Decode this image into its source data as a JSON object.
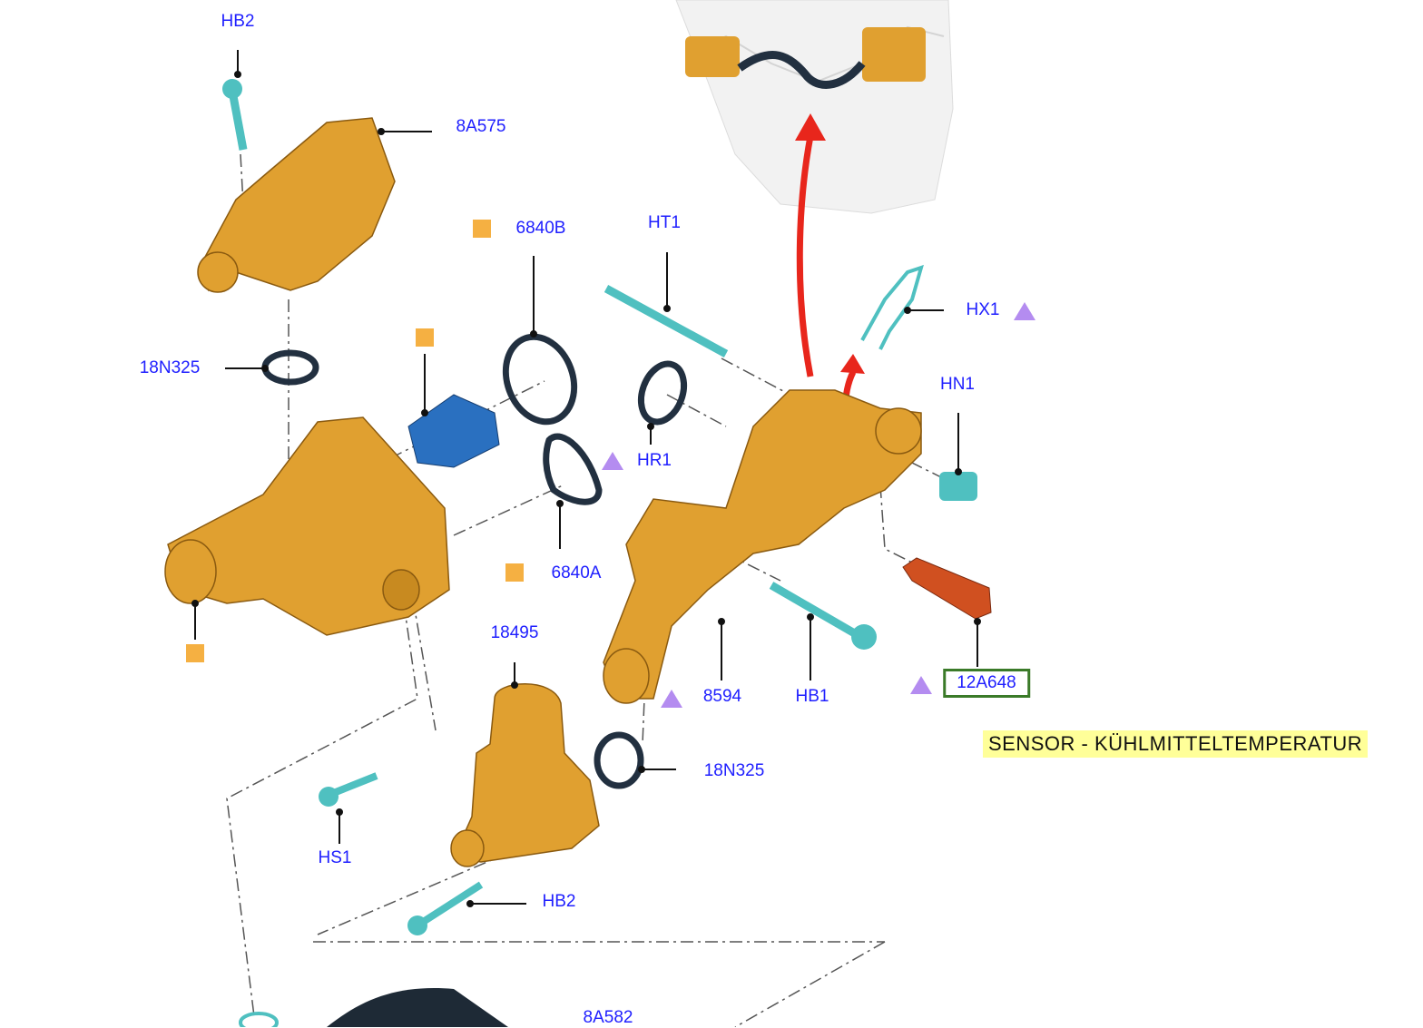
{
  "callouts": {
    "hb2_top": "HB2",
    "a8a575": "8A575",
    "a6840b": "6840B",
    "ht1": "HT1",
    "hx1": "HX1",
    "n18n325_left": "18N325",
    "hn1": "HN1",
    "hr1": "HR1",
    "a6840a": "6840A",
    "a18495": "18495",
    "a8594": "8594",
    "hb1": "HB1",
    "a12a648": "12A648",
    "n18n325_right": "18N325",
    "hs1": "HS1",
    "hb2_bottom": "HB2",
    "a8a582": "8A582"
  },
  "tooltip": "SENSOR - KÜHLMITTELTEMPERATUR",
  "colors": {
    "label": "#2020ff",
    "selected_border": "#3a7a28",
    "tooltip_bg": "#ffff99",
    "marker_square": "#f5b042",
    "marker_triangle": "#b48cf0",
    "part_gold": "#e0a030",
    "part_teal": "#4fc0c0",
    "sensor": "#d05020",
    "arrow": "#e8261c"
  }
}
